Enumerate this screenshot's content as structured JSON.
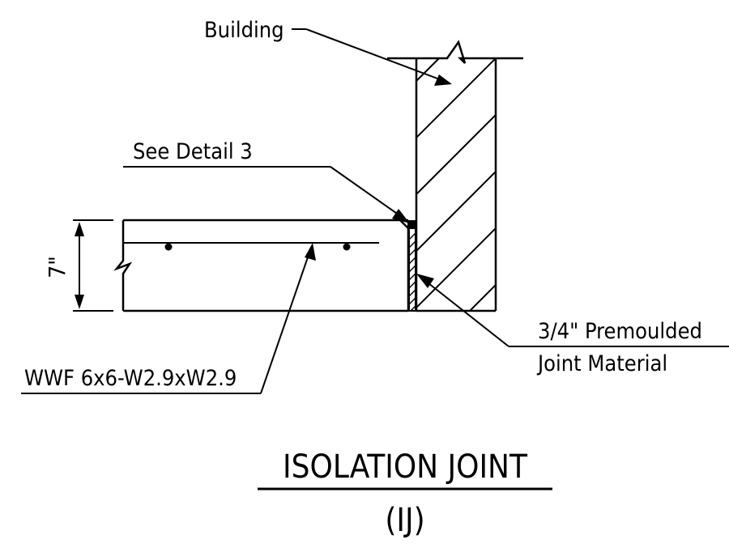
{
  "labels": {
    "building": "Building",
    "see_detail": "See Detail 3",
    "thickness": "7\"",
    "joint_material_line1": "3/4\" Premoulded",
    "joint_material_line2": "Joint Material",
    "wwf": "WWF 6x6-W2.9xW2.9"
  },
  "title": {
    "main": "ISOLATION JOINT",
    "abbreviation": "(IJ)"
  }
}
